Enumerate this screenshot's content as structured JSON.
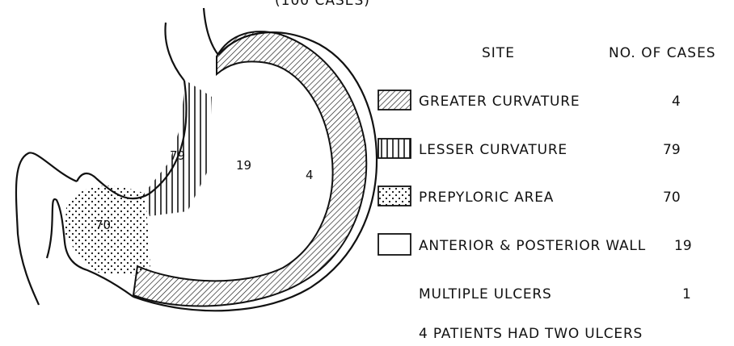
{
  "title_fragment": "(100 CASES)",
  "diagram": {
    "labels": {
      "greater_curvature": "4",
      "lesser_curvature": "79",
      "wall": "19",
      "prepyloric": "70"
    }
  },
  "table": {
    "site_header": "SITE",
    "cases_header": "NO. OF CASES",
    "rows": [
      {
        "site": "GREATER CURVATURE",
        "cases": "4",
        "pattern": "diagonal-hatch"
      },
      {
        "site": "LESSER CURVATURE",
        "cases": "79",
        "pattern": "vertical-lines"
      },
      {
        "site": "PREPYLORIC  AREA",
        "cases": "70",
        "pattern": "dots"
      },
      {
        "site": "ANTERIOR & POSTERIOR WALL",
        "cases": "19",
        "pattern": "blank"
      }
    ],
    "multiple_label": "MULTIPLE  ULCERS",
    "multiple_value": "1",
    "note": "4  PATIENTS  HAD TWO  ULCERS"
  }
}
